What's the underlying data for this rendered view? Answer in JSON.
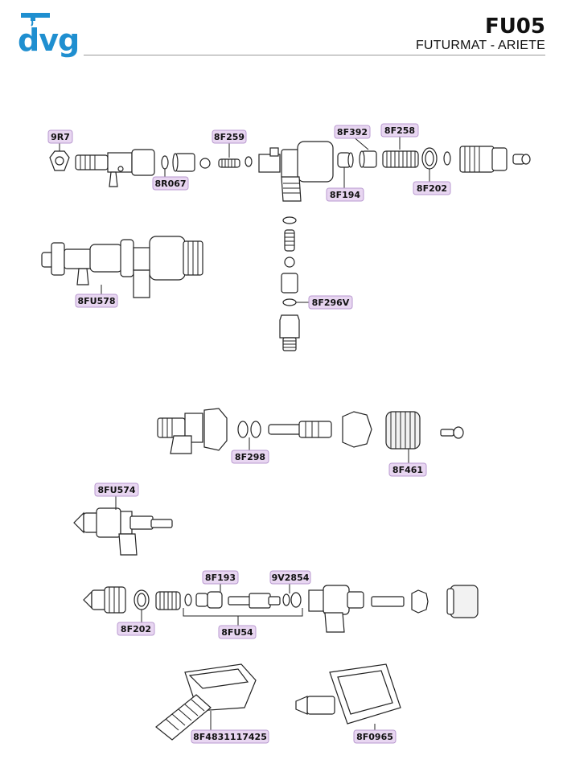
{
  "header": {
    "logo_text": "dvg",
    "code": "FU05",
    "subtitle": "FUTURMAT - ARIETE",
    "brand_color": "#1f8fd0"
  },
  "labels": {
    "9R7": "9R7",
    "8R067": "8R067",
    "8F259": "8F259",
    "8F392": "8F392",
    "8F258": "8F258",
    "8F194": "8F194",
    "8F202_top": "8F202",
    "8FU578": "8FU578",
    "8F296V": "8F296V",
    "8F298": "8F298",
    "8F461": "8F461",
    "8FU574": "8FU574",
    "8F193": "8F193",
    "9V2854": "9V2854",
    "8F202_bottom": "8F202",
    "8FU54": "8FU54",
    "8F4831117425": "8F4831117425",
    "8F0965": "8F0965"
  },
  "label_color": "#e8d6f1"
}
